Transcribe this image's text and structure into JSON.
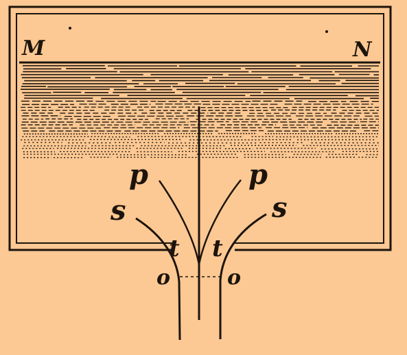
{
  "figure": {
    "ink_color": "#1c140c",
    "background_color": "#fcc893",
    "labels": {
      "m": "M",
      "n": "N",
      "p_left": "p",
      "p_right": "p",
      "s_left": "s",
      "s_right": "s",
      "t_left": "t",
      "t_right": "t",
      "o_left": "o",
      "o_right": "o"
    }
  }
}
